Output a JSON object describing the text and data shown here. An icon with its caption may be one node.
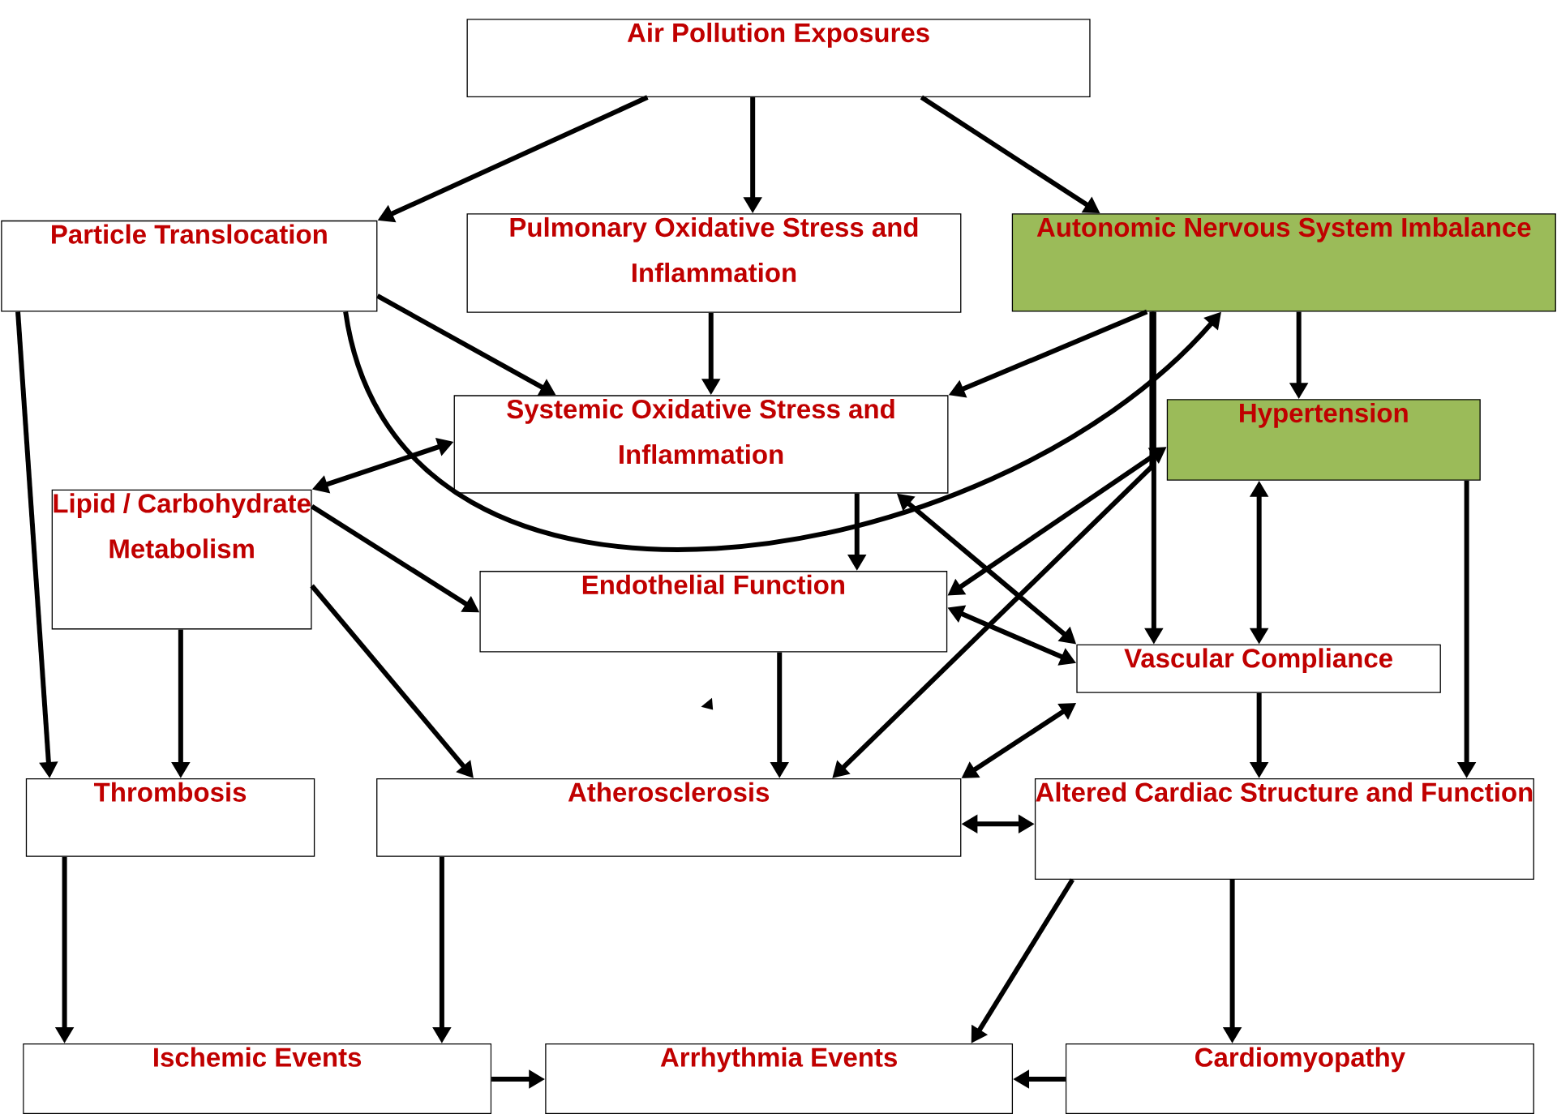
{
  "diagram": {
    "nodes": [
      {
        "text": [
          "Air Pollution Exposures"
        ]
      },
      {
        "text": [
          "Particle Translocation"
        ]
      },
      {
        "text": [
          "Pulmonary Oxidative Stress and Inflammation"
        ]
      },
      {
        "text": [
          "Autonomic Nervous System Imbalance"
        ]
      },
      {
        "text": [
          "Systemic Oxidative Stress and Inflammation"
        ]
      },
      {
        "text": [
          "Hypertension"
        ]
      },
      {
        "text": [
          "Lipid / Carbohydrate Metabolism"
        ]
      },
      {
        "text": [
          "Endothelial Function"
        ]
      },
      {
        "text": [
          "Vascular Compliance"
        ]
      },
      {
        "text": [
          "Thrombosis"
        ]
      },
      {
        "text": [
          "Atherosclerosis"
        ]
      },
      {
        "text": [
          "Altered Cardiac Structure and Function"
        ]
      },
      {
        "text": [
          "Ischemic Events"
        ]
      },
      {
        "text": [
          "Arrhythmia Events"
        ]
      },
      {
        "text": [
          "Cardiomyopathy"
        ]
      }
    ],
    "edges": [
      {
        "from": 0,
        "to": 1,
        "arrow": "to"
      },
      {
        "from": 0,
        "to": 2,
        "arrow": "to"
      },
      {
        "from": 0,
        "to": 3,
        "arrow": "to"
      },
      {
        "from": 1,
        "to": 4,
        "arrow": "to"
      },
      {
        "from": 2,
        "to": 4,
        "arrow": "to"
      },
      {
        "from": 3,
        "to": 4,
        "arrow": "to"
      },
      {
        "from": 1,
        "to": 3,
        "arrow": "to"
      },
      {
        "from": 4,
        "to": 6,
        "arrow": "both"
      },
      {
        "from": 6,
        "to": 7,
        "arrow": "to"
      },
      {
        "from": 6,
        "to": 10,
        "arrow": "to"
      },
      {
        "from": 6,
        "to": 9,
        "arrow": "to"
      },
      {
        "from": 1,
        "to": 9,
        "arrow": "to"
      },
      {
        "from": 4,
        "to": 7,
        "arrow": "to"
      },
      {
        "from": 4,
        "to": 8,
        "arrow": "both"
      },
      {
        "from": 7,
        "to": 8,
        "arrow": "both"
      },
      {
        "from": 3,
        "to": 8,
        "arrow": "to"
      },
      {
        "from": 3,
        "to": 10,
        "arrow": "to"
      },
      {
        "from": 5,
        "to": 7,
        "arrow": "both"
      },
      {
        "from": 7,
        "to": 10,
        "arrow": "to"
      },
      {
        "from": 8,
        "to": 10,
        "arrow": "both"
      },
      {
        "from": 3,
        "to": 5,
        "arrow": "to"
      },
      {
        "from": 5,
        "to": 8,
        "arrow": "both"
      },
      {
        "from": 5,
        "to": 11,
        "arrow": "to"
      },
      {
        "from": 8,
        "to": 11,
        "arrow": "to"
      },
      {
        "from": 10,
        "to": 11,
        "arrow": "both"
      },
      {
        "from": 9,
        "to": 12,
        "arrow": "to"
      },
      {
        "from": 10,
        "to": 12,
        "arrow": "to"
      },
      {
        "from": 11,
        "to": 13,
        "arrow": "to"
      },
      {
        "from": 11,
        "to": 14,
        "arrow": "to"
      },
      {
        "from": 12,
        "to": 13,
        "arrow": "to"
      },
      {
        "from": 14,
        "to": 13,
        "arrow": "to"
      }
    ]
  }
}
